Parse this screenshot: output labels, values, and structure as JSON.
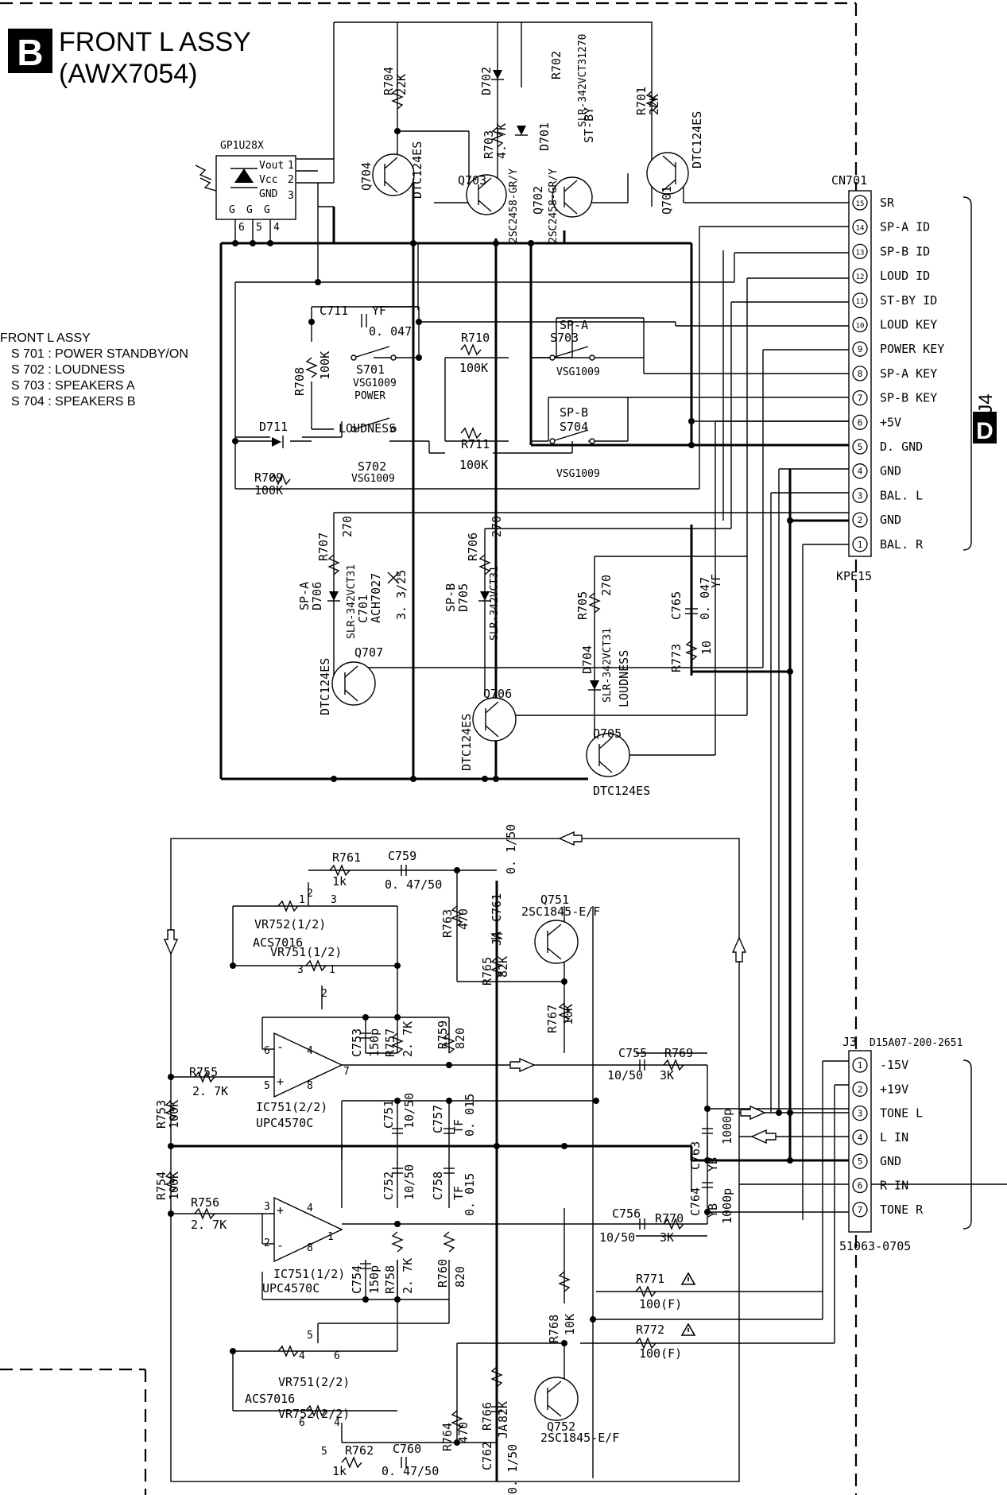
{
  "title": {
    "badge": "B",
    "name": "FRONT L ASSY",
    "part": "(AWX7054)"
  },
  "switch_notes": {
    "heading": "FRONT L ASSY",
    "lines": [
      "S 701 : POWER STANDBY/ON",
      "S 702 : LOUDNESS",
      "S 703 : SPEAKERS A",
      "S 704 : SPEAKERS B"
    ]
  },
  "side_tag": {
    "badge": "D",
    "label": "J4"
  },
  "cn701": {
    "ref": "CN701",
    "part": "KPE15",
    "pins": [
      {
        "num": "15",
        "label": "SR"
      },
      {
        "num": "14",
        "label": "SP-A ID"
      },
      {
        "num": "13",
        "label": "SP-B ID"
      },
      {
        "num": "12",
        "label": "LOUD ID"
      },
      {
        "num": "11",
        "label": "ST-BY ID"
      },
      {
        "num": "10",
        "label": "LOUD KEY"
      },
      {
        "num": "9",
        "label": "POWER KEY"
      },
      {
        "num": "8",
        "label": "SP-A KEY"
      },
      {
        "num": "7",
        "label": "SP-B KEY"
      },
      {
        "num": "6",
        "label": "+5V"
      },
      {
        "num": "5",
        "label": "D. GND"
      },
      {
        "num": "4",
        "label": "GND"
      },
      {
        "num": "3",
        "label": "BAL. L"
      },
      {
        "num": "2",
        "label": "GND"
      },
      {
        "num": "1",
        "label": "BAL. R"
      }
    ]
  },
  "j3": {
    "ref": "J3",
    "part_top": "D15A07-200-2651",
    "part_bottom": "51063-0705",
    "pins": [
      {
        "num": "1",
        "label": "-15V"
      },
      {
        "num": "2",
        "label": "+19V"
      },
      {
        "num": "3",
        "label": "TONE L"
      },
      {
        "num": "4",
        "label": "L IN"
      },
      {
        "num": "5",
        "label": "GND"
      },
      {
        "num": "6",
        "label": "R IN"
      },
      {
        "num": "7",
        "label": "TONE R"
      }
    ]
  },
  "receiver": {
    "ref": "GP1U28X",
    "pins": [
      "Vout",
      "Vcc",
      "GND"
    ],
    "pin_nums": [
      "1",
      "2",
      "3"
    ],
    "g_label": "G",
    "g_pins": [
      "6",
      "5",
      "4"
    ]
  },
  "labels_upper": [
    {
      "id": "r704",
      "text": "R704",
      "sub": "22K"
    },
    {
      "id": "d702",
      "text": "D702"
    },
    {
      "id": "r702",
      "text": "R702",
      "sub": "SLR-342VCT31270"
    },
    {
      "id": "r701",
      "text": "R701",
      "sub": "22K"
    },
    {
      "id": "r703",
      "text": "R703",
      "sub": "4. 7K"
    },
    {
      "id": "d701",
      "text": "D701"
    },
    {
      "id": "st-by",
      "text": "ST-BY"
    },
    {
      "id": "q704",
      "text": "Q704"
    },
    {
      "id": "q704-part",
      "text": "DTC124ES"
    },
    {
      "id": "q703",
      "text": "Q703"
    },
    {
      "id": "q703-part",
      "text": "2SC2458-GR/Y"
    },
    {
      "id": "q702",
      "text": "Q702"
    },
    {
      "id": "q702-part",
      "text": "2SC2458-GR/Y"
    },
    {
      "id": "q701",
      "text": "Q701"
    },
    {
      "id": "q701-part",
      "text": "DTC124ES"
    },
    {
      "id": "c711",
      "text": "C711"
    },
    {
      "id": "c711-yf",
      "text": "YF"
    },
    {
      "id": "c711-val",
      "text": "0. 047"
    },
    {
      "id": "r708",
      "text": "R708"
    },
    {
      "id": "r708-val",
      "text": "100K"
    },
    {
      "id": "s701",
      "text": "S701"
    },
    {
      "id": "s701-part",
      "text": "VSG1009"
    },
    {
      "id": "s701-name",
      "text": "POWER"
    },
    {
      "id": "r710",
      "text": "R710"
    },
    {
      "id": "r710-val",
      "text": "100K"
    },
    {
      "id": "sp-a",
      "text": "SP-A"
    },
    {
      "id": "s703",
      "text": "S703"
    },
    {
      "id": "s703-part",
      "text": "VSG1009"
    },
    {
      "id": "d711",
      "text": "D711"
    },
    {
      "id": "loudness-sw",
      "text": "LOUDNESS"
    },
    {
      "id": "s702",
      "text": "S702"
    },
    {
      "id": "s702-part",
      "text": "VSG1009"
    },
    {
      "id": "r711",
      "text": "R711"
    },
    {
      "id": "r711-val",
      "text": "100K"
    },
    {
      "id": "sp-b",
      "text": "SP-B"
    },
    {
      "id": "s704",
      "text": "S704"
    },
    {
      "id": "s704-part",
      "text": "VSG1009"
    },
    {
      "id": "r709",
      "text": "R709"
    },
    {
      "id": "r709-val",
      "text": "100K"
    },
    {
      "id": "r707",
      "text": "R707",
      "sub": "270"
    },
    {
      "id": "c701",
      "text": "C701",
      "sub": "ACH7027"
    },
    {
      "id": "c701-val",
      "text": "3. 3/25"
    },
    {
      "id": "sp-a-led",
      "text": "SP-A",
      "sub": "D706"
    },
    {
      "id": "d706-part",
      "text": "SLR-342VCT31"
    },
    {
      "id": "r706",
      "text": "R706",
      "sub": "270"
    },
    {
      "id": "sp-b-led",
      "text": "SP-B",
      "sub": "D705"
    },
    {
      "id": "d705-part",
      "text": "SLR-342VCT31"
    },
    {
      "id": "r705",
      "text": "R705",
      "sub": "270"
    },
    {
      "id": "c765",
      "text": "C765",
      "sub": "0. 047"
    },
    {
      "id": "c765-yf",
      "text": "YF"
    },
    {
      "id": "r773",
      "text": "R773"
    },
    {
      "id": "r773-val",
      "text": "10"
    },
    {
      "id": "d704",
      "text": "D704"
    },
    {
      "id": "d704-part",
      "text": "SLR-342VCT31"
    },
    {
      "id": "loudness-led",
      "text": "LOUDNESS"
    },
    {
      "id": "q707",
      "text": "Q707"
    },
    {
      "id": "q707-part",
      "text": "DTC124ES"
    },
    {
      "id": "q706",
      "text": "Q706"
    },
    {
      "id": "q706-part",
      "text": "DTC124ES"
    },
    {
      "id": "q705",
      "text": "Q705"
    },
    {
      "id": "q705-part",
      "text": "DTC124ES"
    }
  ],
  "labels_lower": [
    {
      "id": "r761",
      "text": "R761",
      "sub": "1k"
    },
    {
      "id": "c759",
      "text": "C759",
      "sub": "0. 47/50"
    },
    {
      "id": "c761",
      "text": "C761",
      "sub": "JA"
    },
    {
      "id": "c761-val",
      "text": "0. 1/50"
    },
    {
      "id": "q751",
      "text": "Q751",
      "sub": "2SC1845-E/F"
    },
    {
      "id": "vr752a",
      "text": "VR752(1/2)"
    },
    {
      "id": "acs7016a",
      "text": "ACS7016"
    },
    {
      "id": "vr751a",
      "text": "VR751(1/2)"
    },
    {
      "id": "r763",
      "text": "R763",
      "sub": "470"
    },
    {
      "id": "r765",
      "text": "R765",
      "sub": "82K"
    },
    {
      "id": "r767",
      "text": "R767",
      "sub": "10K"
    },
    {
      "id": "c753",
      "text": "C753",
      "sub": "150p"
    },
    {
      "id": "r757",
      "text": "R757",
      "sub": "2. 7K"
    },
    {
      "id": "r759",
      "text": "R759",
      "sub": "820"
    },
    {
      "id": "c755",
      "text": "C755",
      "sub": "10/50"
    },
    {
      "id": "r769",
      "text": "R769",
      "sub": "3K"
    },
    {
      "id": "r755",
      "text": "R755",
      "sub": "2. 7K"
    },
    {
      "id": "ic751b",
      "text": "IC751(2/2)",
      "sub": "UPC4570C"
    },
    {
      "id": "r753",
      "text": "R753",
      "sub": "100K"
    },
    {
      "id": "c751",
      "text": "C751",
      "sub": "10/50"
    },
    {
      "id": "c757",
      "text": "C757",
      "sub": "TF"
    },
    {
      "id": "c757-val",
      "text": "0. 015"
    },
    {
      "id": "c763",
      "text": "C763",
      "sub": "YB"
    },
    {
      "id": "c763-val",
      "text": "1000p"
    },
    {
      "id": "r754",
      "text": "R754",
      "sub": "100K"
    },
    {
      "id": "c752",
      "text": "C752",
      "sub": "10/50"
    },
    {
      "id": "c758",
      "text": "C758",
      "sub": "TF"
    },
    {
      "id": "c758-val",
      "text": "0. 015"
    },
    {
      "id": "c764",
      "text": "C764",
      "sub": "YB"
    },
    {
      "id": "c764-val",
      "text": "1000p"
    },
    {
      "id": "r756",
      "text": "R756",
      "sub": "2. 7K"
    },
    {
      "id": "c756",
      "text": "C756",
      "sub": "10/50"
    },
    {
      "id": "r770",
      "text": "R770",
      "sub": "3K"
    },
    {
      "id": "c754",
      "text": "C754",
      "sub": "150p"
    },
    {
      "id": "r758",
      "text": "R758",
      "sub": "2. 7K"
    },
    {
      "id": "r760",
      "text": "R760",
      "sub": "820"
    },
    {
      "id": "ic751a",
      "text": "IC751(1/2)",
      "sub": "UPC4570C"
    },
    {
      "id": "r771",
      "text": "R771",
      "sub": "100(F)"
    },
    {
      "id": "r772",
      "text": "R772",
      "sub": "100(F)"
    },
    {
      "id": "r768",
      "text": "R768",
      "sub": "10K"
    },
    {
      "id": "vr751b",
      "text": "VR751(2/2)"
    },
    {
      "id": "acs7016b",
      "text": "ACS7016"
    },
    {
      "id": "vr752b",
      "text": "VR752(2/2)"
    },
    {
      "id": "r766",
      "text": "R766",
      "sub": "82K"
    },
    {
      "id": "r764",
      "text": "R764",
      "sub": "470"
    },
    {
      "id": "c762",
      "text": "C762",
      "sub": "JA"
    },
    {
      "id": "c762-val",
      "text": "0. 1/50"
    },
    {
      "id": "q752",
      "text": "Q752",
      "sub": "2SC1845-E/F"
    },
    {
      "id": "r762",
      "text": "R762",
      "sub": "1k"
    },
    {
      "id": "c760",
      "text": "C760",
      "sub": "0. 47/50"
    }
  ],
  "pot_pins": {
    "vr752a": [
      "2",
      "1",
      "3"
    ],
    "vr751a": [
      "3",
      "1",
      "2"
    ],
    "ic751b": [
      "6",
      "5",
      "8",
      "4",
      "7"
    ],
    "ic751a": [
      "3",
      "2",
      "8",
      "4",
      "1"
    ],
    "vr751b": [
      "5",
      "4",
      "6"
    ],
    "vr752b": [
      "6",
      "5",
      "4"
    ]
  },
  "opamp_signs": [
    "-",
    "+"
  ]
}
